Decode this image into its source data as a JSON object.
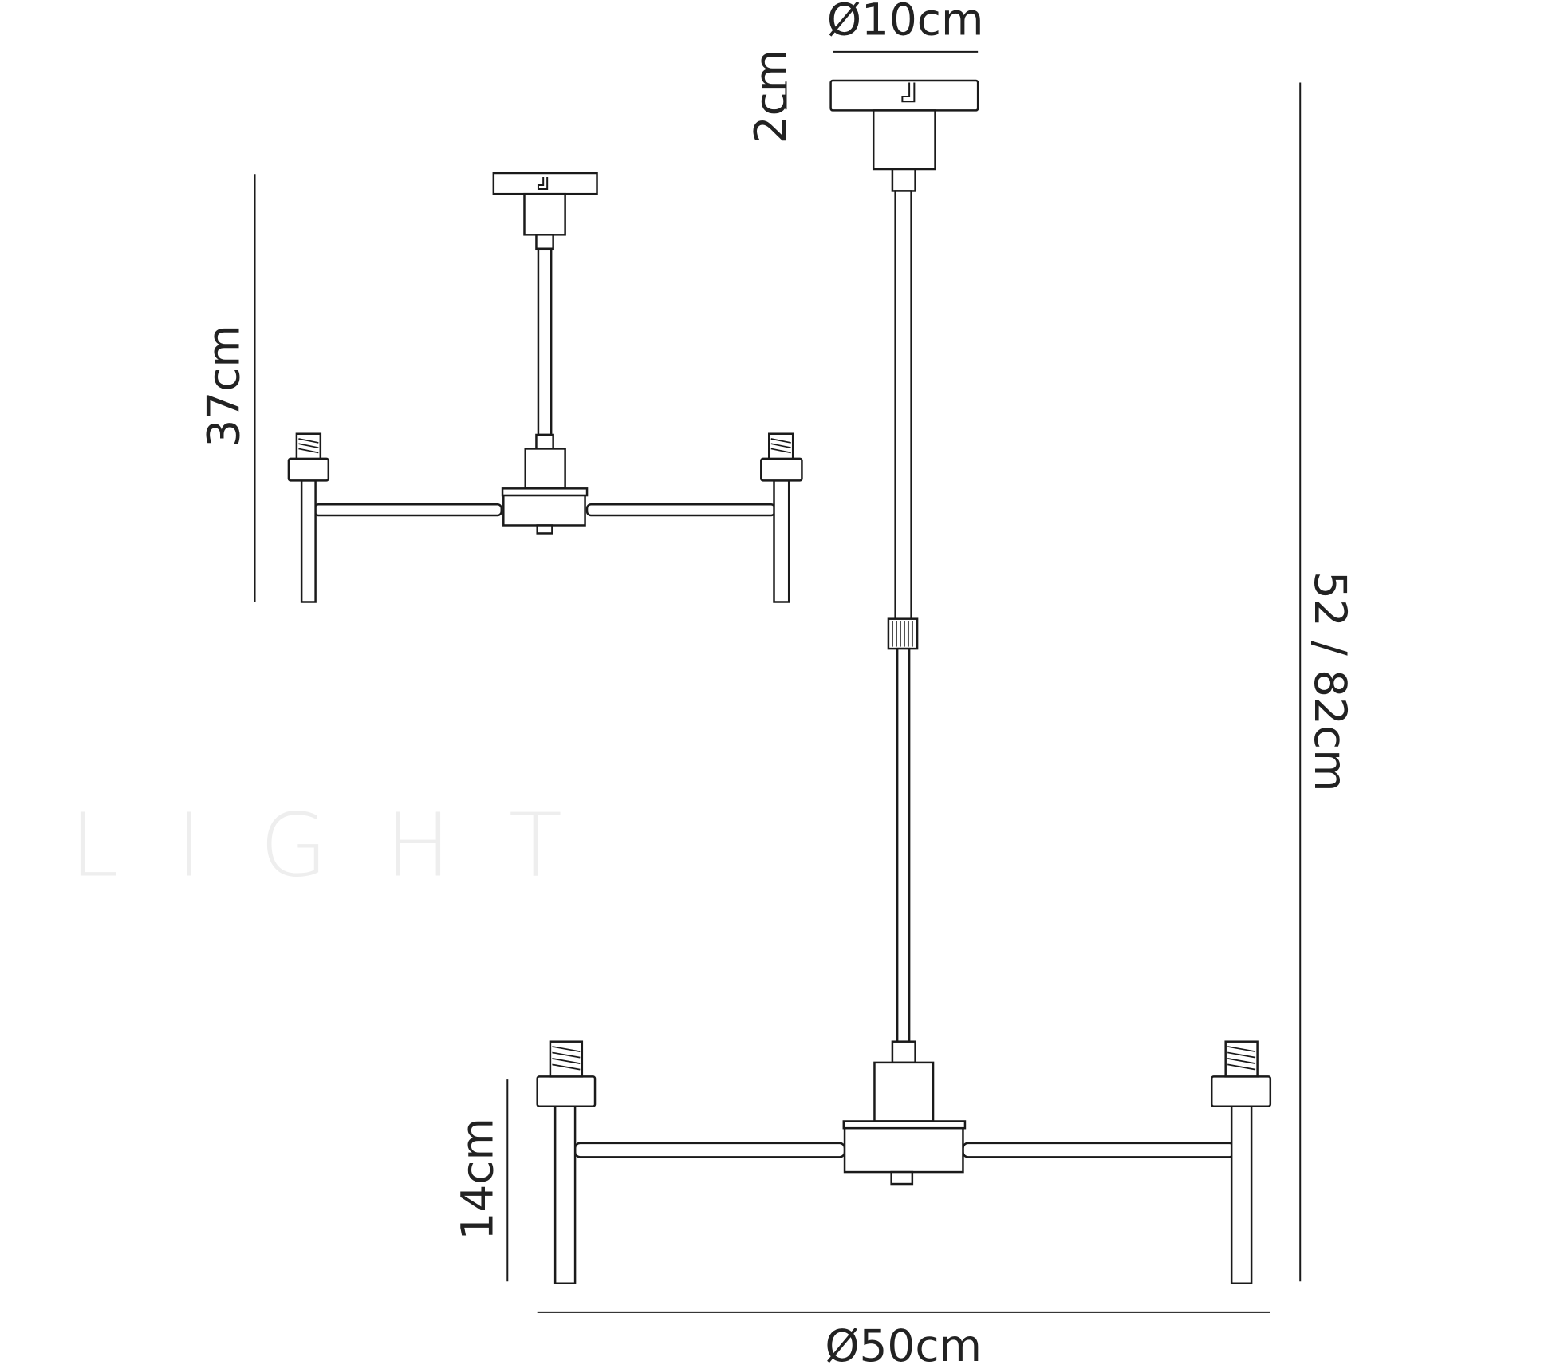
{
  "watermark": "LIGHT",
  "dimensions": {
    "canopy_diameter": "Ø10cm",
    "canopy_height": "2cm",
    "min_height": "37cm",
    "overall_height": "52 / 82cm",
    "arm_height": "14cm",
    "overall_diameter": "Ø50cm"
  },
  "colors": {
    "line": "#1a1a1a",
    "watermark": "#eeeeee"
  }
}
